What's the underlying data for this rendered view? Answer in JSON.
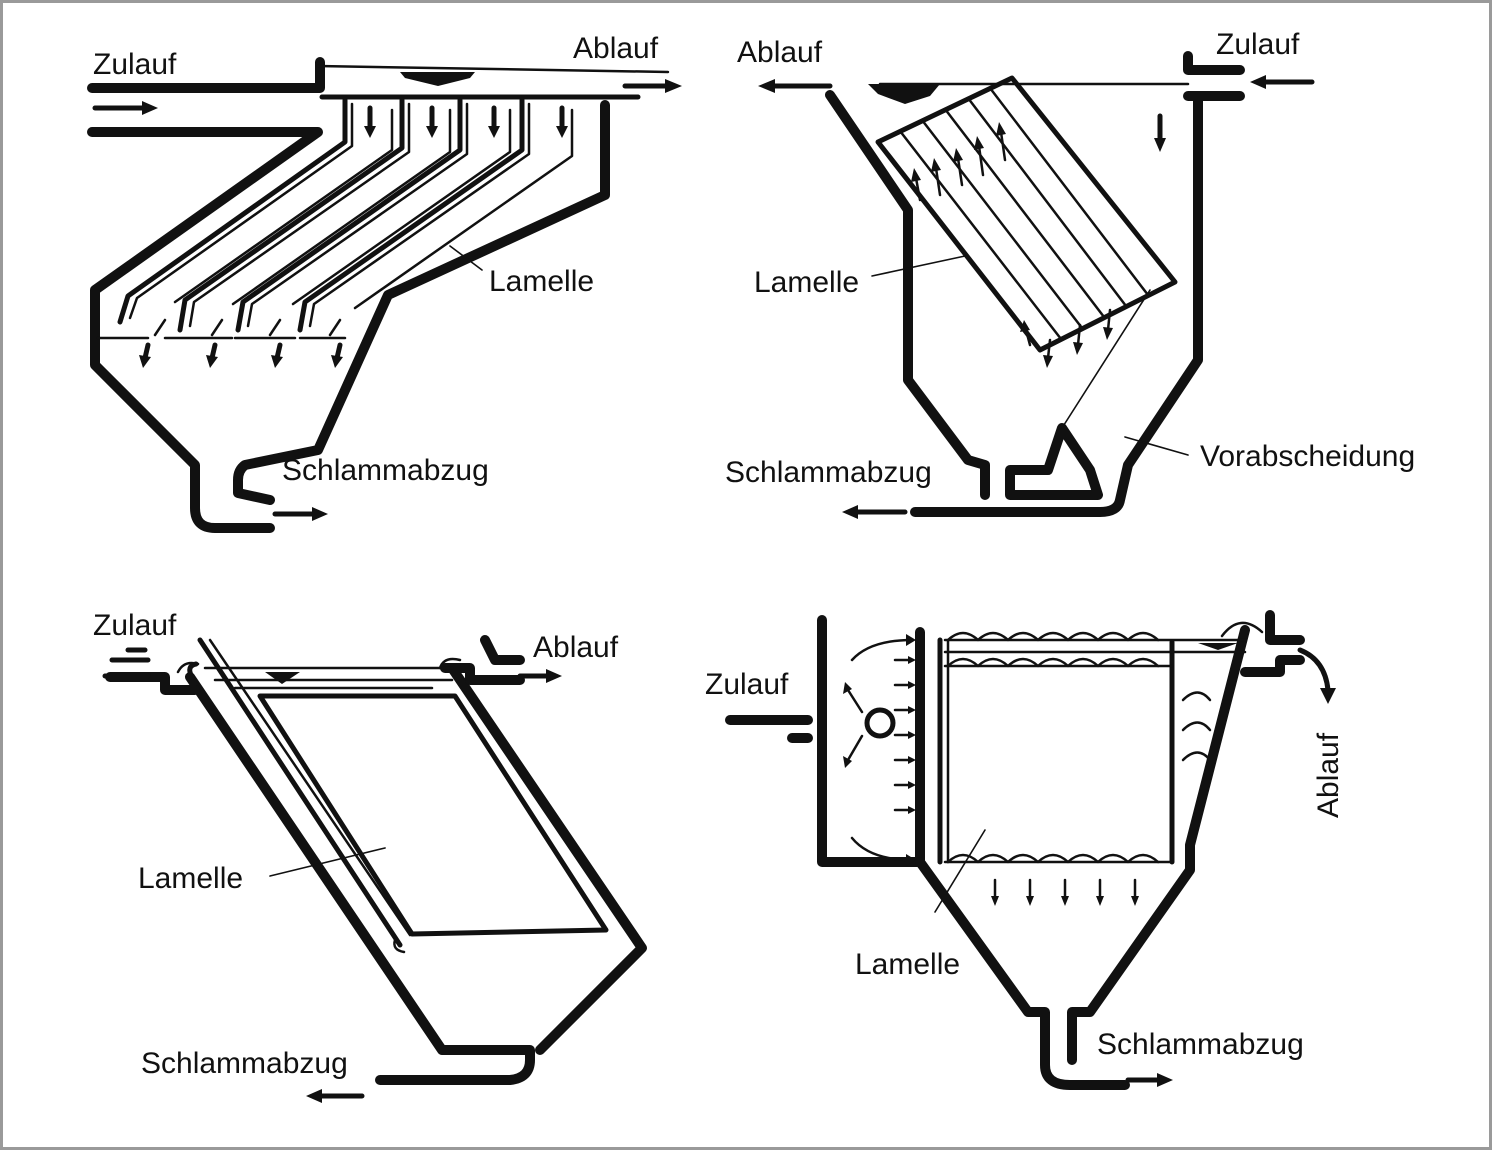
{
  "border_color": "#9a9a9a",
  "ink_color": "#111111",
  "panels": {
    "top_left": {
      "inlet": "Zulauf",
      "outlet": "Ablauf",
      "lamella": "Lamelle",
      "sludge": "Schlammabzug"
    },
    "top_right": {
      "outlet": "Ablauf",
      "inlet": "Zulauf",
      "lamella": "Lamelle",
      "sludge": "Schlammabzug",
      "pre_separation": "Vorabscheidung"
    },
    "bottom_left": {
      "inlet": "Zulauf",
      "outlet": "Ablauf",
      "lamella": "Lamelle",
      "sludge": "Schlammabzug"
    },
    "bottom_right": {
      "inlet": "Zulauf",
      "outlet": "Ablauf",
      "lamella": "Lamelle",
      "sludge": "Schlammabzug"
    }
  }
}
